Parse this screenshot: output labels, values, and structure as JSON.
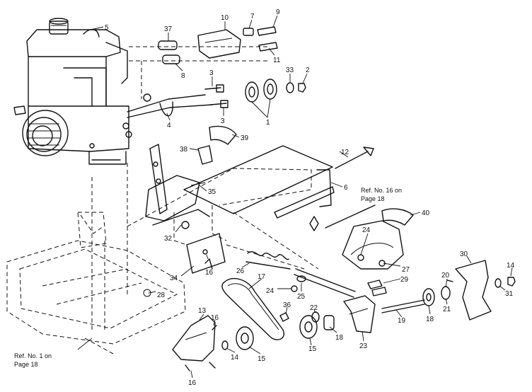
{
  "callouts": [
    {
      "text": "5"
    },
    {
      "text": "37"
    },
    {
      "text": "10"
    },
    {
      "text": "7"
    },
    {
      "text": "9"
    },
    {
      "text": "8"
    },
    {
      "text": "11"
    },
    {
      "text": "3"
    },
    {
      "text": "33"
    },
    {
      "text": "2"
    },
    {
      "text": "3"
    },
    {
      "text": "4"
    },
    {
      "text": "1"
    },
    {
      "text": "38"
    },
    {
      "text": "39"
    },
    {
      "text": "12"
    },
    {
      "text": "35"
    },
    {
      "text": "6"
    },
    {
      "text": "32"
    },
    {
      "text": "40"
    },
    {
      "text": "24"
    },
    {
      "text": "27"
    },
    {
      "text": "34"
    },
    {
      "text": "26"
    },
    {
      "text": "16"
    },
    {
      "text": "17"
    },
    {
      "text": "28"
    },
    {
      "text": "24"
    },
    {
      "text": "25"
    },
    {
      "text": "29"
    },
    {
      "text": "30"
    },
    {
      "text": "20"
    },
    {
      "text": "14"
    },
    {
      "text": "31"
    },
    {
      "text": "21"
    },
    {
      "text": "18"
    },
    {
      "text": "36"
    },
    {
      "text": "22"
    },
    {
      "text": "18"
    },
    {
      "text": "19"
    },
    {
      "text": "13"
    },
    {
      "text": "16"
    },
    {
      "text": "14"
    },
    {
      "text": "15"
    },
    {
      "text": "15"
    },
    {
      "text": "23"
    },
    {
      "text": "16"
    }
  ],
  "references": {
    "ref16_line1": "Ref. No. 16 on",
    "ref16_line2": "Page 18",
    "ref1_line1": "Ref. No. 1 on",
    "ref1_line2": "Page 18"
  }
}
